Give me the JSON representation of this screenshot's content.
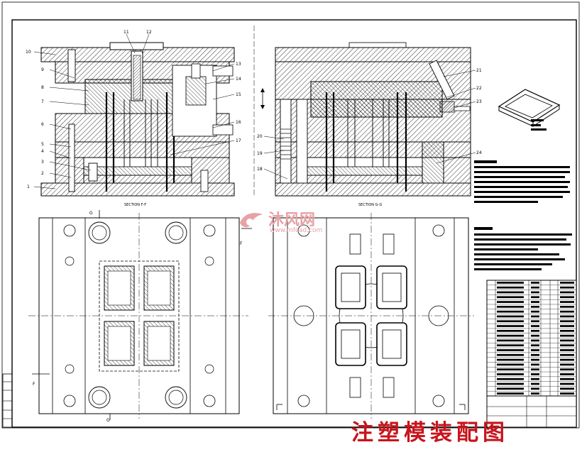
{
  "drawing": {
    "sections": {
      "left_view": "SECTION F-F",
      "right_view": "SECTION G-G"
    },
    "part_numbers_left": [
      "10",
      "9",
      "8",
      "7",
      "6",
      "5",
      "4",
      "3",
      "2",
      "1"
    ],
    "part_numbers_top": [
      "11",
      "12"
    ],
    "part_numbers_right_of_left": [
      "13",
      "14",
      "15",
      "16",
      "17"
    ],
    "part_numbers_right_view": [
      "21",
      "22",
      "23",
      "24",
      "20",
      "19",
      "18"
    ],
    "cut_marks": [
      "F",
      "F",
      "G",
      "G"
    ],
    "title_banner": "注塑模装配图",
    "watermark": {
      "text": "沐风网",
      "url": "www.mfcad.com"
    }
  },
  "colors": {
    "line": "#000000",
    "hatch": "#000000",
    "banner": "#c8141c",
    "watermark": "#e7a2a6",
    "background": "#ffffff"
  }
}
